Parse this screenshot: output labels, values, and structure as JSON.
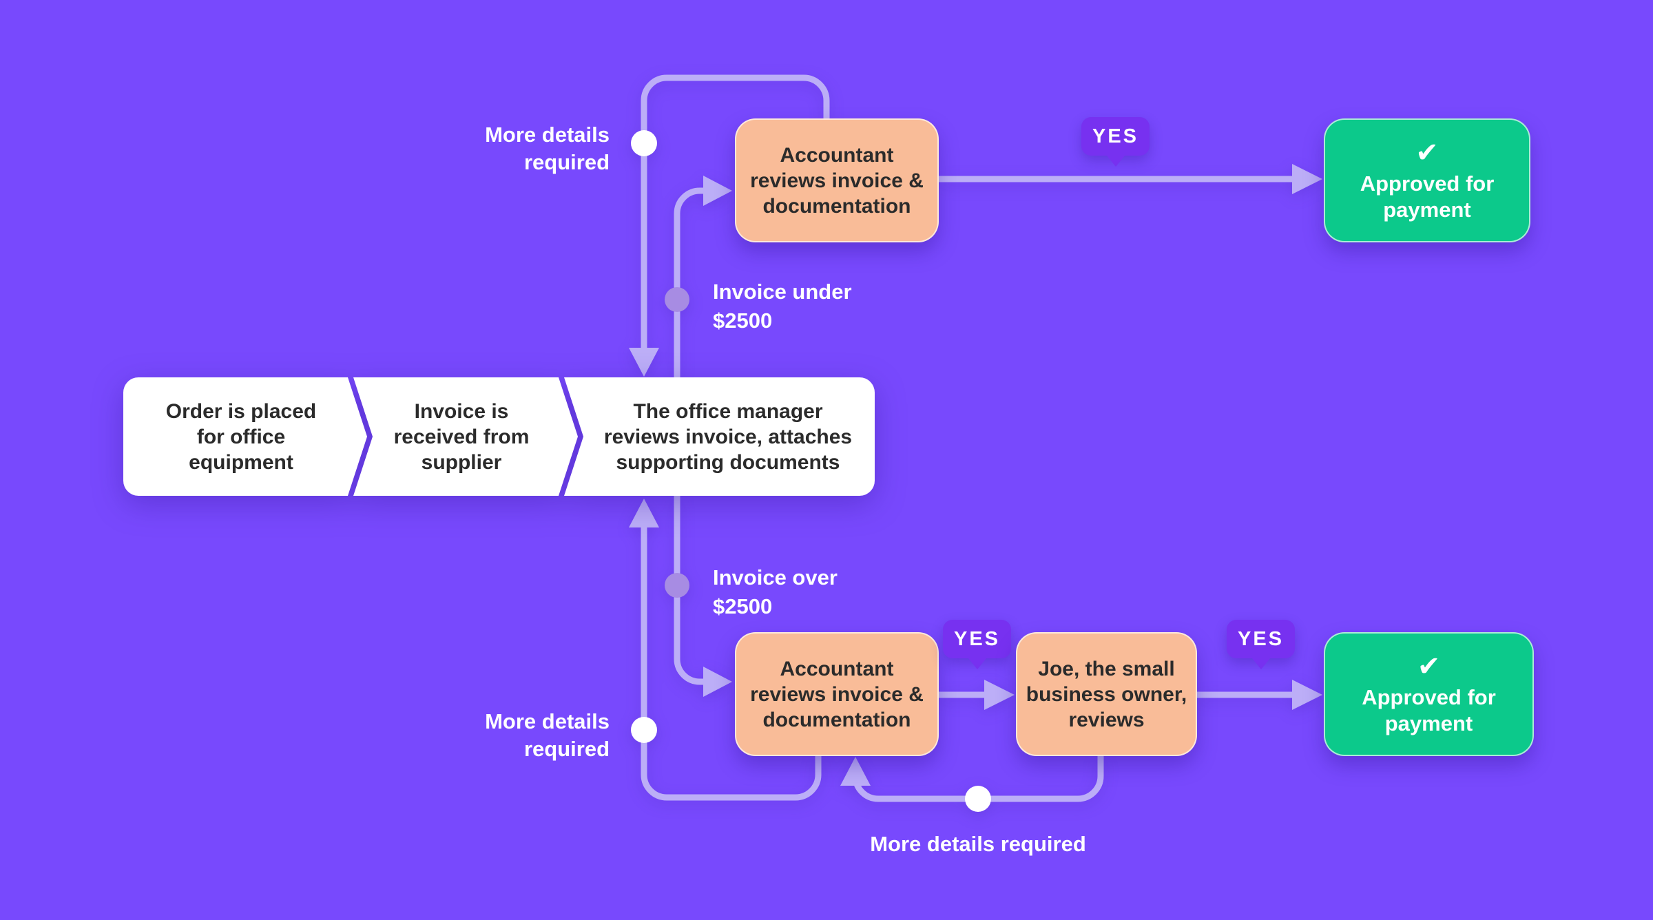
{
  "colors": {
    "bg": "#7849FD",
    "line": "#BCAEF7",
    "dot": "#A78CE3",
    "peach": "#F9BC98",
    "green": "#0CC98B",
    "badge": "#7731F0",
    "ink": "#2B2B2B",
    "label": "#FFFFFF"
  },
  "flow": {
    "steps": [
      {
        "label": "Order is placed\nfor office\nequipment"
      },
      {
        "label": "Invoice is\nreceived from\nsupplier"
      },
      {
        "label": "The office manager\nreviews invoice, attaches\nsupporting documents"
      }
    ],
    "under": {
      "condition": "Invoice under\n$2500",
      "reviewer": "Accountant\nreviews invoice &\ndocumentation",
      "yes": "YES",
      "outcome": "Approved for\npayment",
      "check": "✔",
      "loop": "More details\nrequired"
    },
    "over": {
      "condition": "Invoice over\n$2500",
      "reviewer": "Accountant\nreviews invoice &\ndocumentation",
      "yes1": "YES",
      "owner": "Joe, the small\nbusiness owner,\nreviews",
      "yes2": "YES",
      "outcome": "Approved for\npayment",
      "check": "✔",
      "loop_to_manager": "More details\nrequired",
      "loop_to_accountant": "More details required"
    }
  }
}
